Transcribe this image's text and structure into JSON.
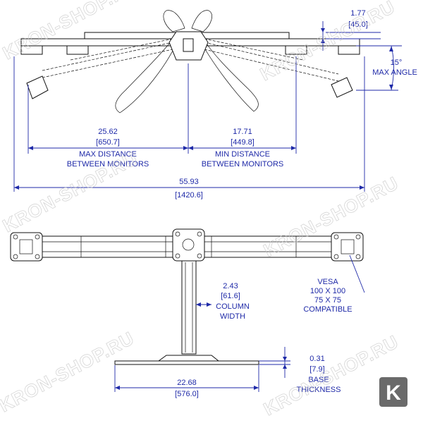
{
  "drawing": {
    "dimensions": {
      "arm_depth": {
        "in": "1.77",
        "mm": "[45.0]"
      },
      "max_angle": {
        "value": "15°",
        "label": "MAX ANGLE"
      },
      "max_distance": {
        "in": "25.62",
        "mm": "[650.7]",
        "label_1": "MAX DISTANCE",
        "label_2": "BETWEEN MONITORS"
      },
      "min_distance": {
        "in": "17.71",
        "mm": "[449.8]",
        "label_1": "MIN DISTANCE",
        "label_2": "BETWEEN MONITORS"
      },
      "overall_width": {
        "in": "55.93",
        "mm": "[1420.6]"
      },
      "column_width": {
        "in": "2.43",
        "mm": "[61.6]",
        "label_1": "COLUMN",
        "label_2": "WIDTH"
      },
      "vesa": {
        "label_1": "VESA",
        "label_2": "100 X 100",
        "label_3": "75 X 75",
        "label_4": "COMPATIBLE"
      },
      "base_thickness": {
        "in": "0.31",
        "mm": "[7.9]",
        "label_1": "BASE",
        "label_2": "THICKNESS"
      },
      "base_width": {
        "in": "22.68",
        "mm": "[576.0]"
      }
    },
    "watermark_text": "KRON-SHOP.RU",
    "logo_letter": "K"
  }
}
